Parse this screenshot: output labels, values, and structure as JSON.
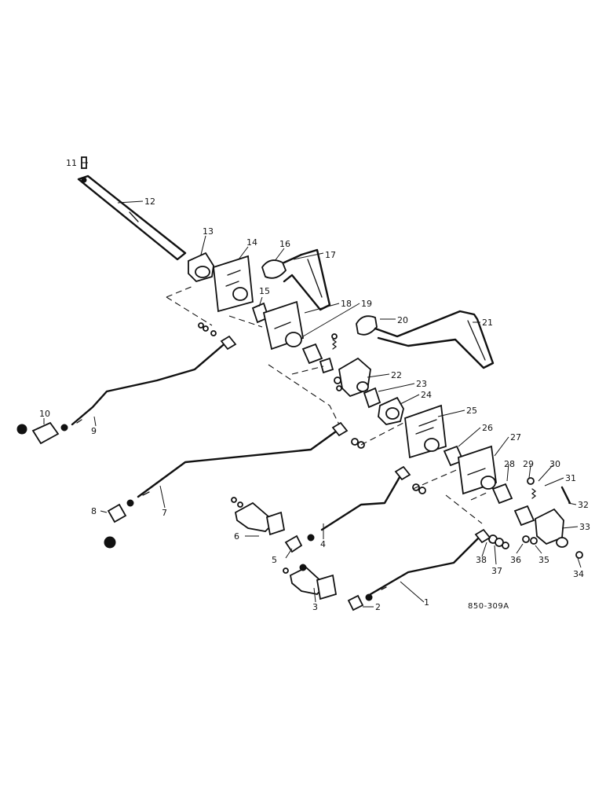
{
  "diagram": {
    "drawing_code": "850-309A",
    "callouts": {
      "c1": "1",
      "c2": "2",
      "c3": "3",
      "c4": "4",
      "c5": "5",
      "c6": "6",
      "c7": "7",
      "c8": "8",
      "c9": "9",
      "c10": "10",
      "c11": "11",
      "c12": "12",
      "c13": "13",
      "c14": "14",
      "c15": "15",
      "c16": "16",
      "c17": "17",
      "c18": "18",
      "c19": "19",
      "c20": "20",
      "c21": "21",
      "c22": "22",
      "c23": "23",
      "c24": "24",
      "c25": "25",
      "c26": "26",
      "c27": "27",
      "c28": "28",
      "c29": "29",
      "c30": "30",
      "c31": "31",
      "c32": "32",
      "c33": "33",
      "c34": "34",
      "c35": "35",
      "c36": "36",
      "c37": "37",
      "c38": "38"
    }
  }
}
